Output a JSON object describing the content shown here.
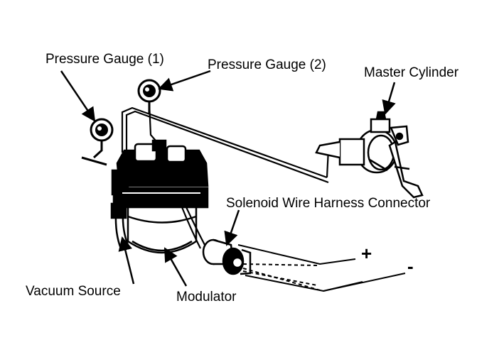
{
  "labels": {
    "pressure_gauge_1": "Pressure Gauge (1)",
    "pressure_gauge_2": "Pressure Gauge (2)",
    "master_cylinder": "Master Cylinder",
    "solenoid_connector": "Solenoid Wire Harness Connector",
    "vacuum_source": "Vacuum Source",
    "modulator": "Modulator",
    "positive": "+",
    "negative": "-"
  },
  "colors": {
    "ink": "#000000",
    "paper": "#ffffff"
  }
}
